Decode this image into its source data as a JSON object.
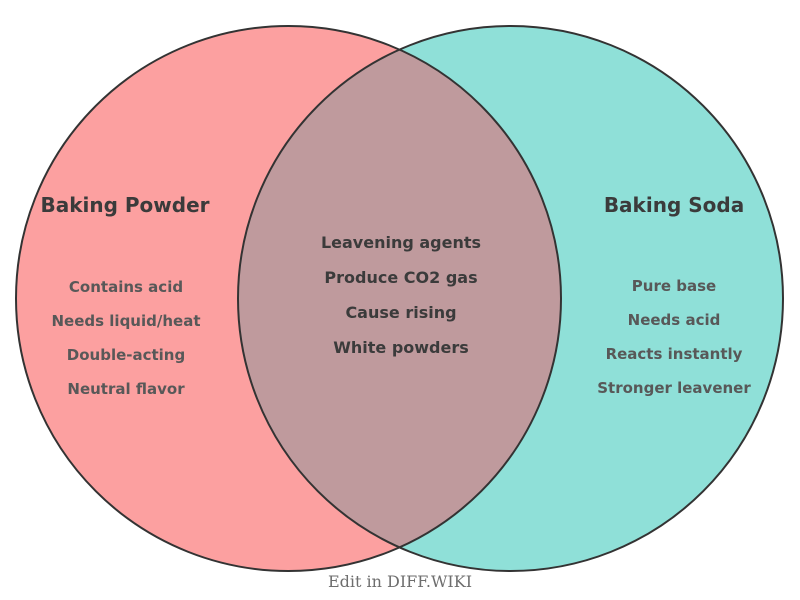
{
  "venn": {
    "background_color": "#ffffff",
    "outline_color": "#333333",
    "left": {
      "title": "Baking Powder",
      "color": "#FCA0A0",
      "items": [
        "Contains acid",
        "Needs liquid/heat",
        "Double-acting",
        "Neutral flavor"
      ]
    },
    "right": {
      "title": "Baking Soda",
      "color": "#8FE0D8",
      "items": [
        "Pure base",
        "Needs acid",
        "Reacts instantly",
        "Stronger leavener"
      ]
    },
    "overlap": {
      "color": "#BF9A9D",
      "items": [
        "Leavening agents",
        "Produce CO2 gas",
        "Cause rising",
        "White powders"
      ]
    },
    "footer": {
      "label": "Edit in DIFF.WIKI"
    }
  }
}
